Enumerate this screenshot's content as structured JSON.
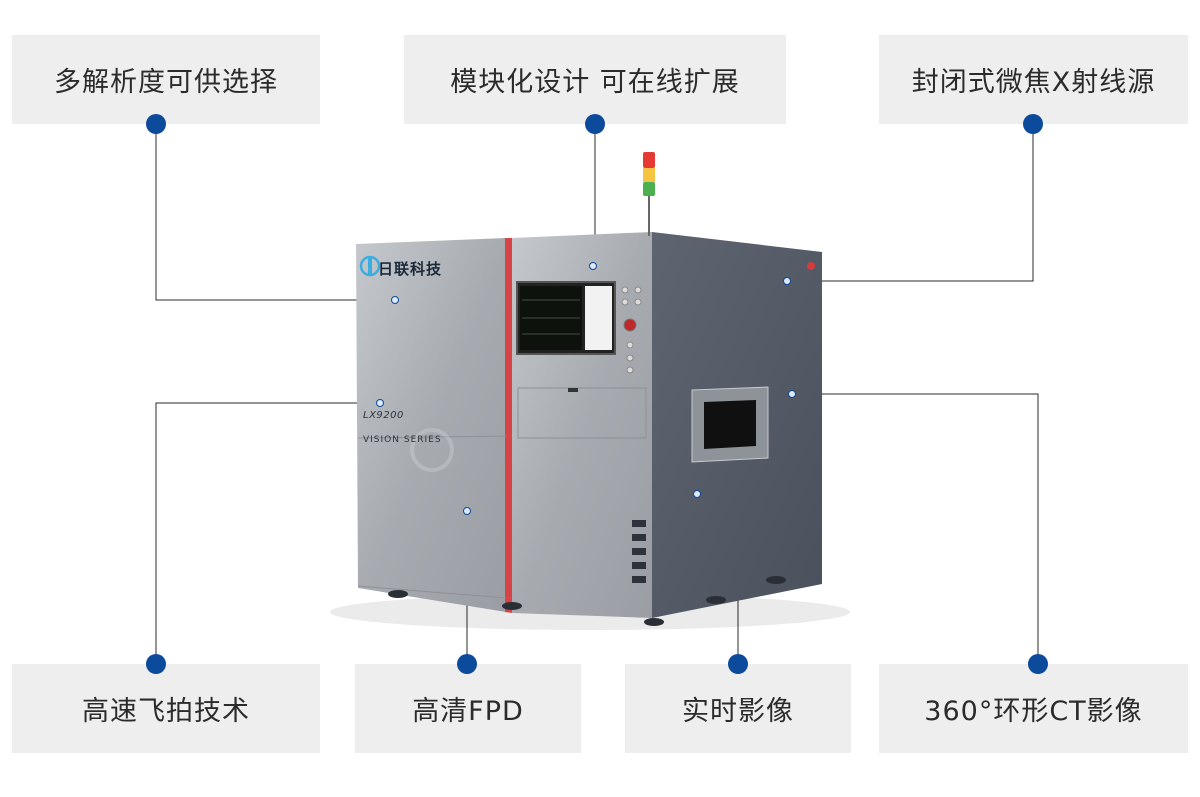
{
  "features": {
    "top_left": "多解析度可供选择",
    "top_center": "模块化设计  可在线扩展",
    "top_right": "封闭式微焦X射线源",
    "bottom_1": "高速飞拍技术",
    "bottom_2": "高清FPD",
    "bottom_3": "实时影像",
    "bottom_4": "360°环形CT影像"
  },
  "machine": {
    "brand": "日联科技",
    "model": "LX9200",
    "series": "VISION SERIES"
  },
  "colors": {
    "label_bg": "#eeeeee",
    "dot": "#0c4a9c",
    "accent_stripe": "#d64545",
    "panel_front": "#a9adb2",
    "panel_side": "#565d68"
  }
}
